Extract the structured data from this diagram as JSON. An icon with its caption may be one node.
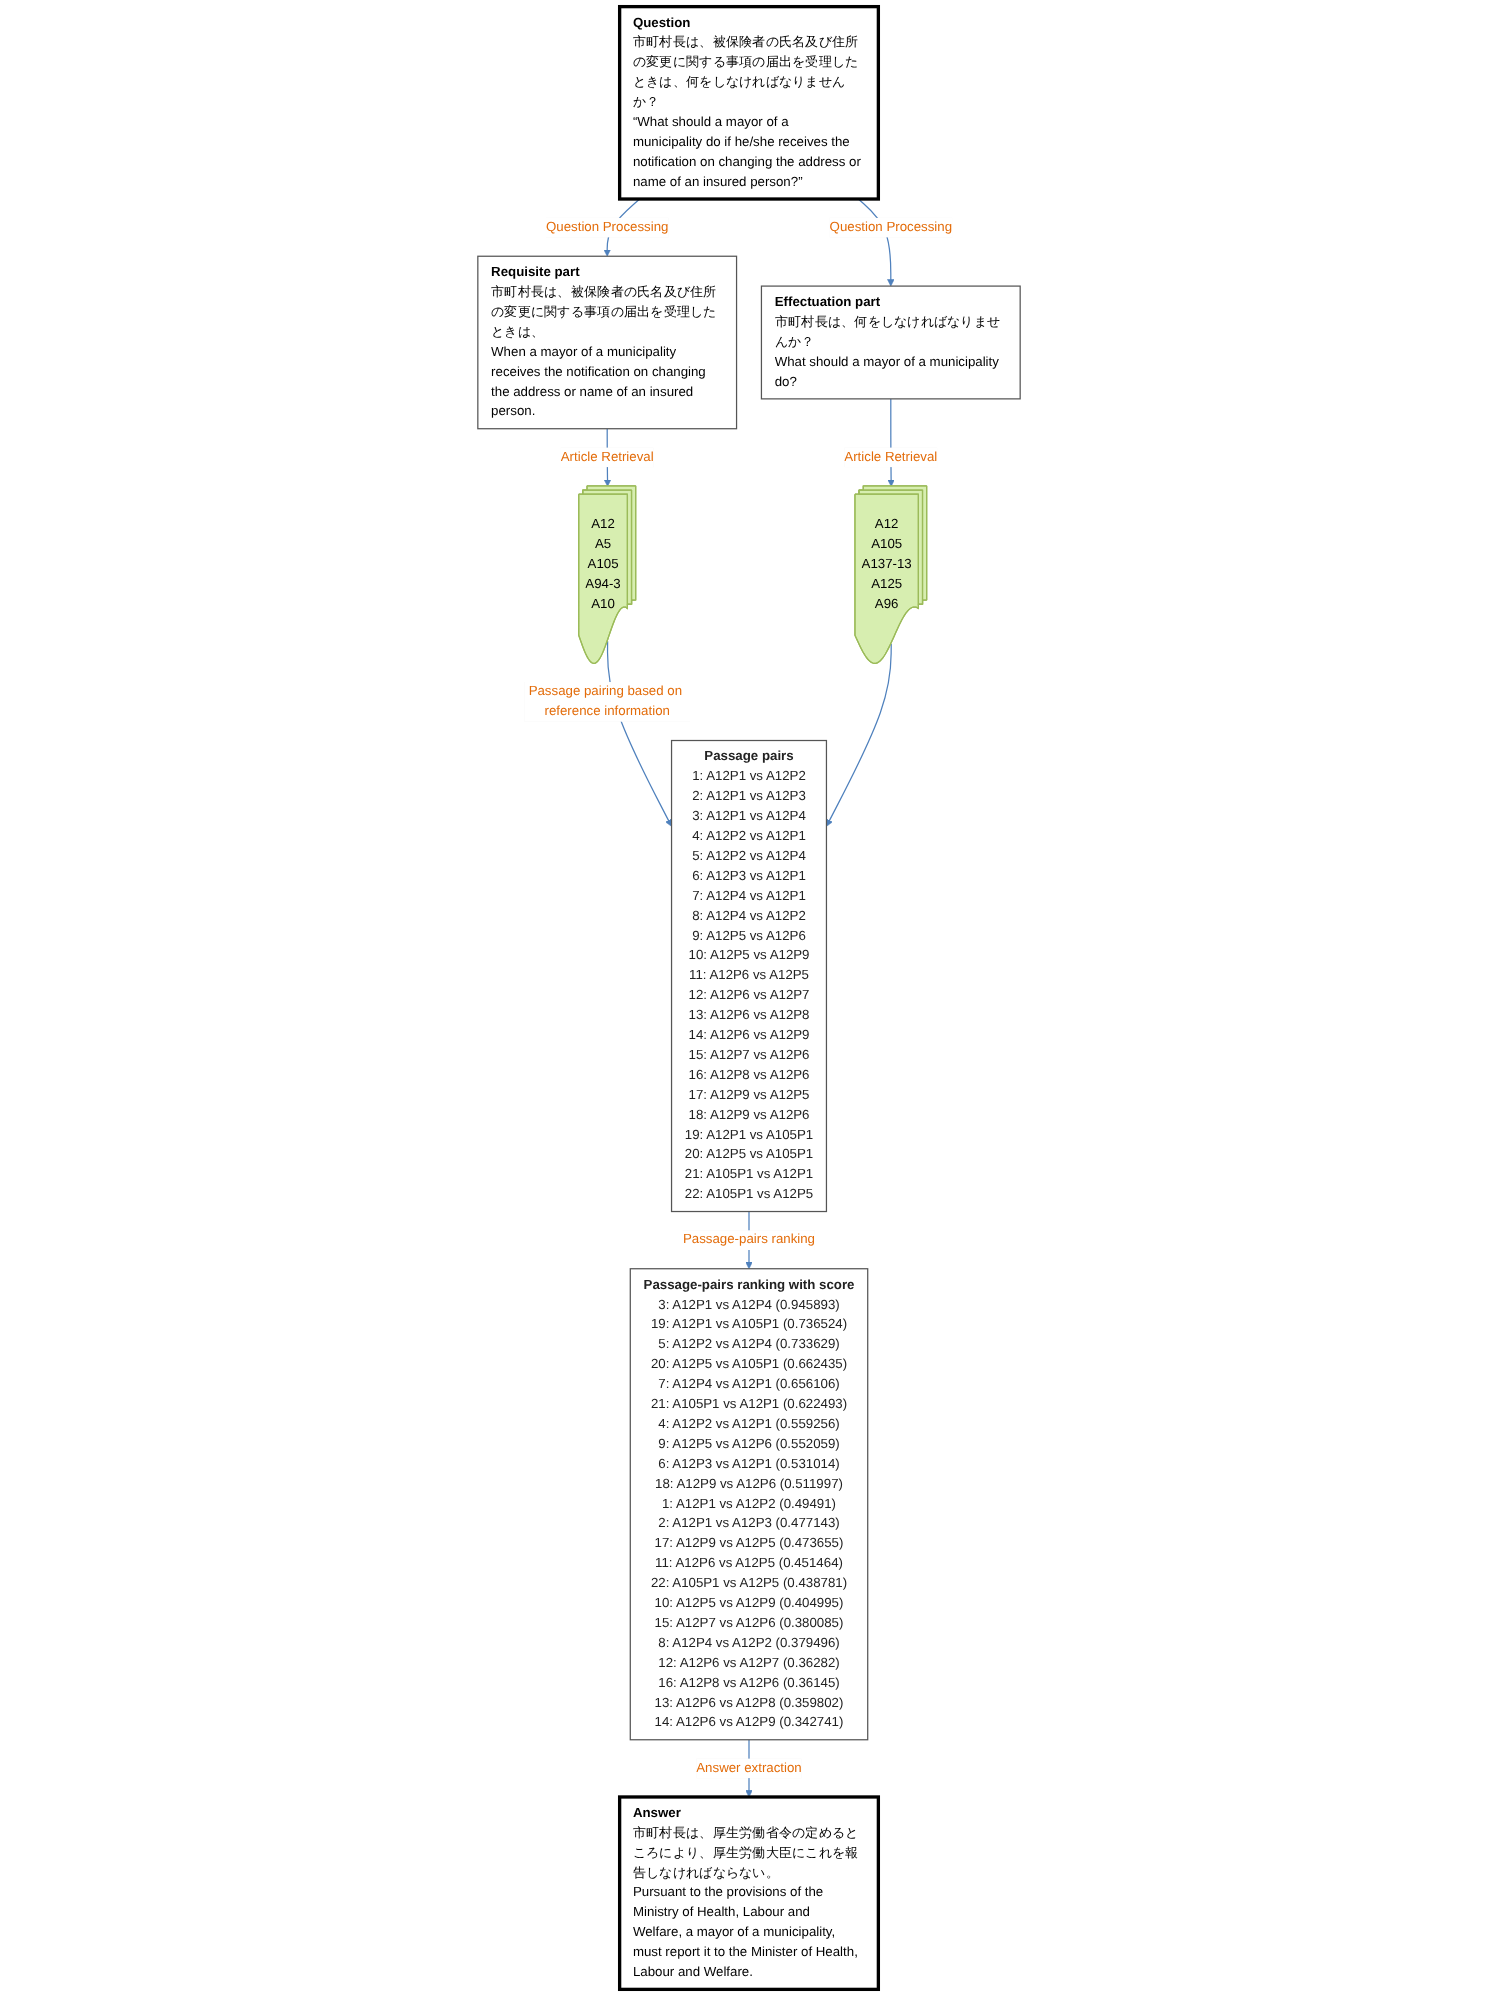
{
  "diagram": {
    "nodes": [
      {
        "text": [
          "Question",
          "市町村長は、被保険者の氏名及び住所の変更に関する事項の届出を受理したときは、何をしなければなりませんか？",
          "“What should a mayor of a municipality do if he/she receives the notification on changing the address or name of an insured person?”"
        ]
      },
      {
        "text": [
          "Requisite part",
          "市町村長は、被保険者の氏名及び住所の変更に関する事項の届出を受理したときは、",
          "When a mayor of a municipality receives the notification on changing the address or name of an insured person."
        ]
      },
      {
        "text": [
          "Effectuation part",
          "市町村長は、何をしなければなりませんか？",
          "What should a mayor of a municipality do?"
        ]
      },
      {
        "text": [
          "A12",
          "A5",
          "A105",
          "A94-3",
          "A10"
        ]
      },
      {
        "text": [
          "A12",
          "A105",
          "A137-13",
          "A125",
          "A96"
        ]
      },
      {
        "text": [
          "Passage pairs",
          "1: A12P1 vs A12P2",
          "2: A12P1 vs A12P3",
          "3: A12P1 vs A12P4",
          "4: A12P2 vs A12P1",
          "5: A12P2 vs A12P4",
          "6: A12P3 vs A12P1",
          "7: A12P4 vs A12P1",
          "8: A12P4 vs A12P2",
          "9: A12P5 vs A12P6",
          "10: A12P5 vs A12P9",
          "11: A12P6 vs A12P5",
          "12: A12P6 vs A12P7",
          "13: A12P6 vs A12P8",
          "14: A12P6 vs A12P9",
          "15: A12P7 vs A12P6",
          "16: A12P8 vs A12P6",
          "17: A12P9 vs A12P5",
          "18: A12P9 vs A12P6",
          "19: A12P1 vs A105P1",
          "20: A12P5 vs A105P1",
          "21: A105P1 vs A12P1",
          "22: A105P1 vs A12P5"
        ]
      },
      {
        "text": [
          "Passage-pairs ranking with score",
          "3: A12P1 vs A12P4 (0.945893)",
          "19: A12P1 vs A105P1 (0.736524)",
          "5: A12P2 vs A12P4 (0.733629)",
          "20: A12P5 vs A105P1 (0.662435)",
          "7: A12P4 vs A12P1 (0.656106)",
          "21: A105P1 vs A12P1 (0.622493)",
          "4: A12P2 vs A12P1 (0.559256)",
          "9: A12P5 vs A12P6 (0.552059)",
          "6: A12P3 vs A12P1 (0.531014)",
          "18: A12P9 vs A12P6 (0.511997)",
          "1: A12P1 vs A12P2 (0.49491)",
          "2: A12P1 vs A12P3 (0.477143)",
          "17: A12P9 vs A12P5 (0.473655)",
          "11: A12P6 vs A12P5 (0.451464)",
          "22: A105P1 vs A12P5 (0.438781)",
          "10: A12P5 vs A12P9 (0.404995)",
          "15: A12P7 vs A12P6 (0.380085)",
          "8: A12P4 vs A12P2 (0.379496)",
          "12: A12P6 vs A12P7 (0.36282)",
          "16: A12P8 vs A12P6 (0.36145)",
          "13: A12P6 vs A12P8 (0.359802)",
          "14: A12P6 vs A12P9 (0.342741)"
        ]
      },
      {
        "text": [
          "Answer",
          "市町村長は、厚生労働省令の定めるところにより、厚生労働大臣にこれを報告しなければならない。",
          "Pursuant to the provisions of the Ministry of Health, Labour and Welfare, a mayor of a municipality, must report it to the Minister of Health, Labour and Welfare."
        ]
      }
    ],
    "edges": [
      {
        "from": 0,
        "to": 1,
        "arrow": "to",
        "label": "Question Processing"
      },
      {
        "from": 0,
        "to": 2,
        "arrow": "to",
        "label": "Question Processing"
      },
      {
        "from": 1,
        "to": 3,
        "arrow": "to",
        "label": "Article Retrieval"
      },
      {
        "from": 2,
        "to": 4,
        "arrow": "to",
        "label": "Article Retrieval"
      },
      {
        "from": 3,
        "to": 5,
        "arrow": "to",
        "label": "Passage pairing based on reference information"
      },
      {
        "from": 4,
        "to": 5,
        "arrow": "to"
      },
      {
        "from": 5,
        "to": 6,
        "arrow": "to",
        "label": "Passage-pairs ranking"
      },
      {
        "from": 6,
        "to": 7,
        "arrow": "to",
        "label": "Answer extraction"
      }
    ]
  }
}
